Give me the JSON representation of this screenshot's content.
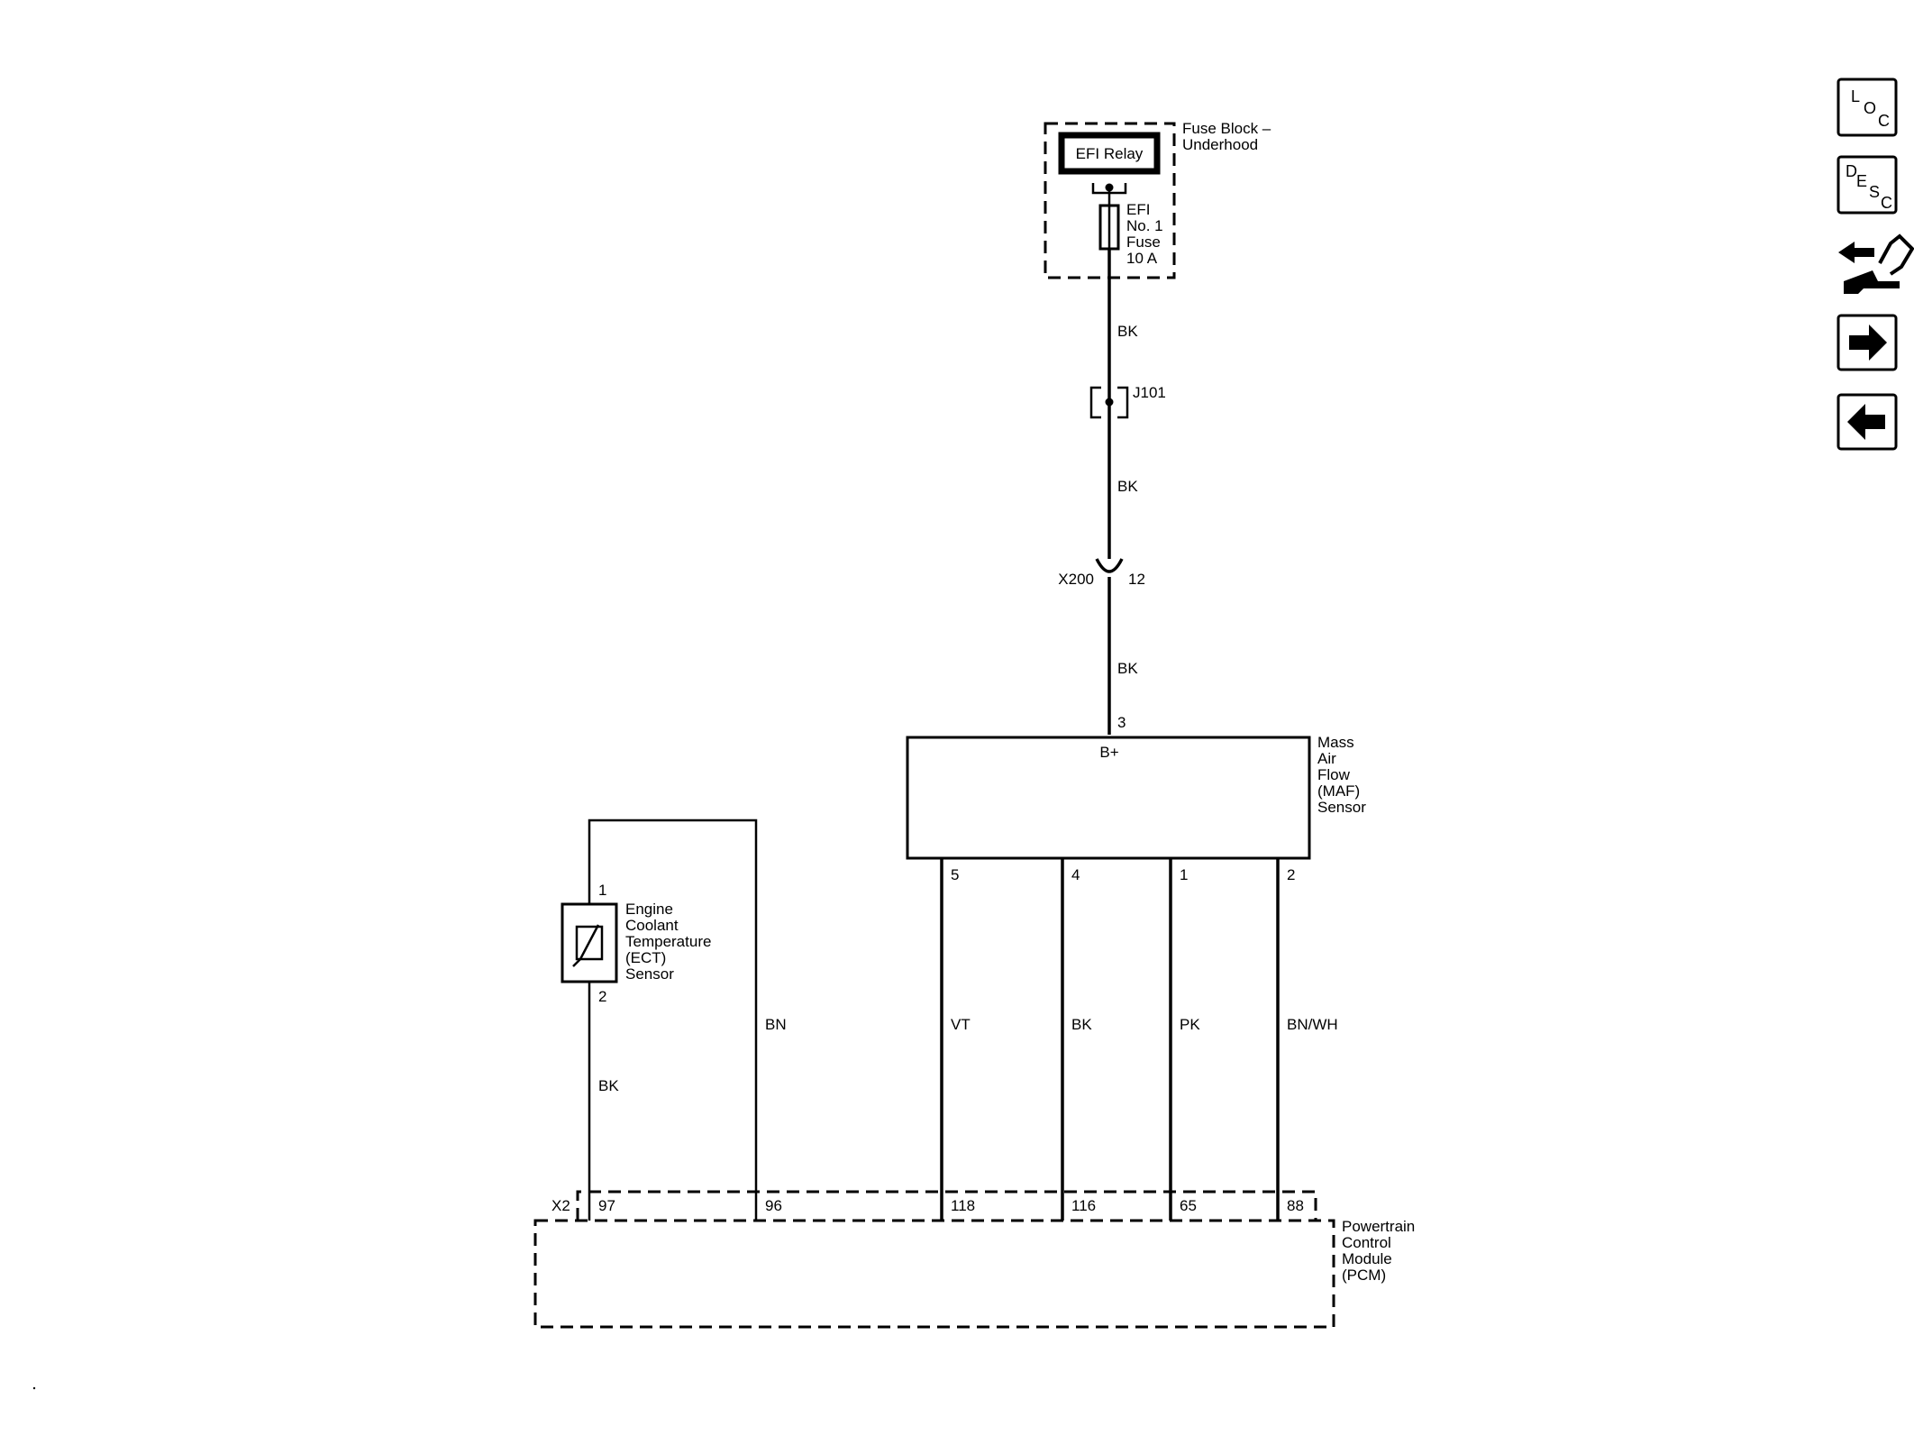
{
  "fuse_block": {
    "label_line1": "Fuse Block –",
    "label_line2": "Underhood",
    "relay": "EFI Relay",
    "fuse_line1": "EFI",
    "fuse_line2": "No. 1",
    "fuse_line3": "Fuse",
    "fuse_line4": "10 A"
  },
  "wires": {
    "fuse_to_j101": "BK",
    "j101_to_x200": "BK",
    "x200_to_maf": "BK",
    "ect_bk": "BK",
    "ect_bn": "BN",
    "maf_vt": "VT",
    "maf_bk": "BK",
    "maf_pk": "PK",
    "maf_bnwh": "BN/WH"
  },
  "splice": {
    "label": "J101"
  },
  "connector_x200": {
    "label": "X200",
    "pin": "12"
  },
  "maf": {
    "label_line1": "Mass",
    "label_line2": "Air",
    "label_line3": "Flow",
    "label_line4": "(MAF)",
    "label_line5": "Sensor",
    "power_pin": "3",
    "power_label": "B+",
    "pins": [
      "5",
      "4",
      "1",
      "2"
    ]
  },
  "ect": {
    "label_line1": "Engine",
    "label_line2": "Coolant",
    "label_line3": "Temperature",
    "label_line4": "(ECT)",
    "label_line5": "Sensor",
    "pin_top": "1",
    "pin_bottom": "2"
  },
  "pcm": {
    "connector": "X2",
    "pins": [
      "97",
      "96",
      "118",
      "116",
      "65",
      "88"
    ],
    "label_line1": "Powertrain",
    "label_line2": "Control",
    "label_line3": "Module",
    "label_line4": "(PCM)"
  },
  "nav": {
    "loc": [
      "L",
      "O",
      "C"
    ],
    "desc": [
      "D",
      "E",
      "S",
      "C"
    ],
    "icons": [
      "connector-tool-icon",
      "arrow-right-icon",
      "arrow-left-icon"
    ]
  }
}
